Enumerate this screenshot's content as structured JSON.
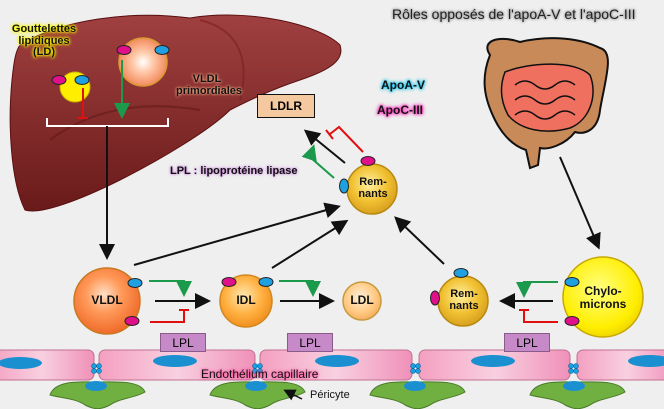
{
  "title": "Rôles opposés de l'apoA-V et l'apoC-III",
  "labels": {
    "lipid_droplets": "Gouttelettes lipidiques (LD)",
    "lipid_droplets_line1": "Gouttelettes",
    "lipid_droplets_line2": "lipidiques",
    "lipid_droplets_line3": "(LD)",
    "vldl_primordial_line1": "VLDL",
    "vldl_primordial_line2": "primordiales",
    "ldlr": "LDLR",
    "lpl_legend": "LPL : lipoprotéine lipase",
    "endothelium": "Endothélium capillaire",
    "pericyte": "Péricyte"
  },
  "legend": [
    {
      "label": "ApoA-V",
      "color": "#1fa0e0"
    },
    {
      "label": "ApoC-III",
      "color": "#e0108a"
    }
  ],
  "particles": {
    "vldl": "VLDL",
    "idl": "IDL",
    "ldl": "LDL",
    "remnants_line1": "Rem-",
    "remnants_line2": "nants",
    "chylo_line1": "Chylo-",
    "chylo_line2": "microns"
  },
  "lpl_boxes": [
    "LPL",
    "LPL",
    "LPL"
  ],
  "colors": {
    "activation": "#1a9a4a",
    "inhibition": "#e01010",
    "liver": "#8a2a2a",
    "apoA5": "#1fa0e0",
    "apoC3": "#e0108a",
    "lpl_box": "#c78ac8",
    "ldlr_box": "#f5c9a0"
  }
}
